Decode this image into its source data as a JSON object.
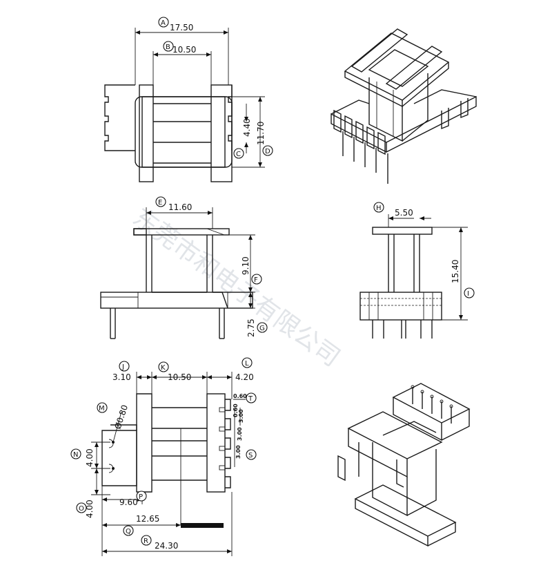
{
  "watermark": "东莞市和电子有限公司",
  "callouts": {
    "A": "A",
    "B": "B",
    "C": "C",
    "D": "D",
    "E": "E",
    "F": "F",
    "G": "G",
    "H": "H",
    "I": "I",
    "J": "J",
    "K": "K",
    "L": "L",
    "M": "M",
    "N": "N",
    "O": "O",
    "P": "P",
    "Q": "Q",
    "R": "R",
    "S": "S",
    "T": "T"
  },
  "dimensions": {
    "a": "17.50",
    "b": "10.50",
    "c": "4.40",
    "d": "11.70",
    "e": "11.60",
    "f": "9.10",
    "g": "2.75",
    "h": "5.50",
    "i": "15.40",
    "j": "3.10",
    "k": "10.50",
    "l": "4.20",
    "m": "Ø0.80",
    "n": "4.00",
    "o": "4.00",
    "p": "9.60",
    "q": "12.65",
    "r": "24.30",
    "t": "0.60",
    "s1": "0.60",
    "s2": "3.00",
    "s3": "3.00",
    "s4": "3.00"
  }
}
